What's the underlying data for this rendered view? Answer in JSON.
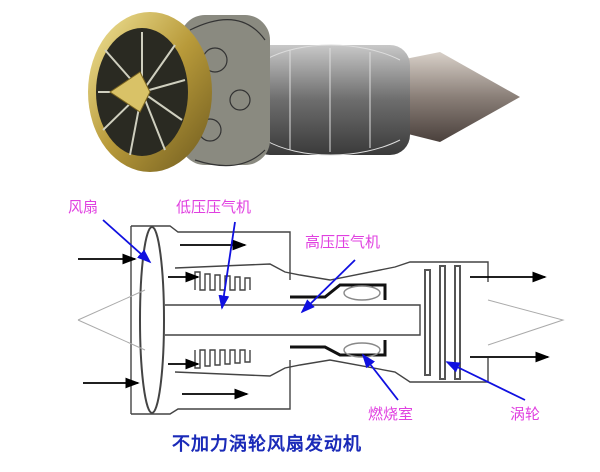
{
  "labels": {
    "fan": "风扇",
    "lp_compressor": "低压压气机",
    "hp_compressor": "高压压气机",
    "combustor": "燃烧室",
    "turbine": "涡轮"
  },
  "caption": "不加力涡轮风扇发动机",
  "colors": {
    "label": "#e040e0",
    "pointer": "#1010e0",
    "caption": "#1a2ab8"
  }
}
